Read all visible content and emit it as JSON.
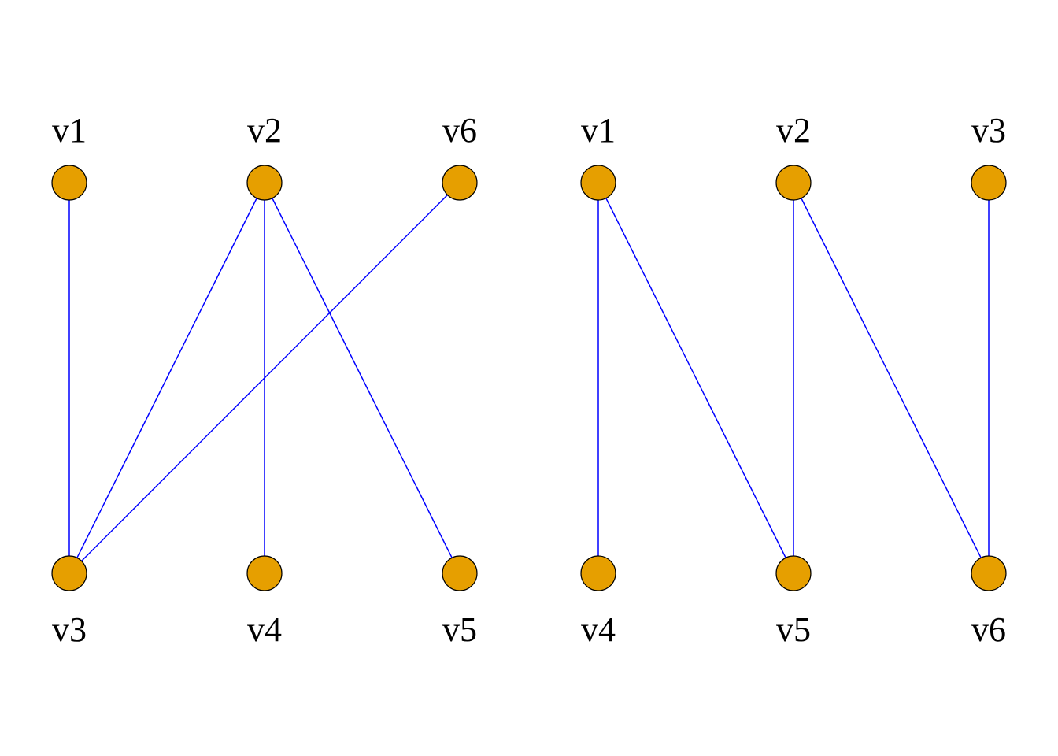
{
  "colors": {
    "node_fill": "#e69f00",
    "node_stroke": "#000000",
    "edge": "#0000ff",
    "background": "#ffffff"
  },
  "graphs": [
    {
      "id": "graph-left",
      "top_row": [
        "v1",
        "v2",
        "v6"
      ],
      "bottom_row": [
        "v3",
        "v4",
        "v5"
      ],
      "edges": [
        [
          "v1",
          "v3"
        ],
        [
          "v2",
          "v3"
        ],
        [
          "v2",
          "v4"
        ],
        [
          "v2",
          "v5"
        ],
        [
          "v6",
          "v3"
        ]
      ]
    },
    {
      "id": "graph-right",
      "top_row": [
        "v1",
        "v2",
        "v3"
      ],
      "bottom_row": [
        "v4",
        "v5",
        "v6"
      ],
      "edges": [
        [
          "v1",
          "v4"
        ],
        [
          "v1",
          "v5"
        ],
        [
          "v2",
          "v5"
        ],
        [
          "v2",
          "v6"
        ],
        [
          "v3",
          "v6"
        ]
      ]
    }
  ]
}
